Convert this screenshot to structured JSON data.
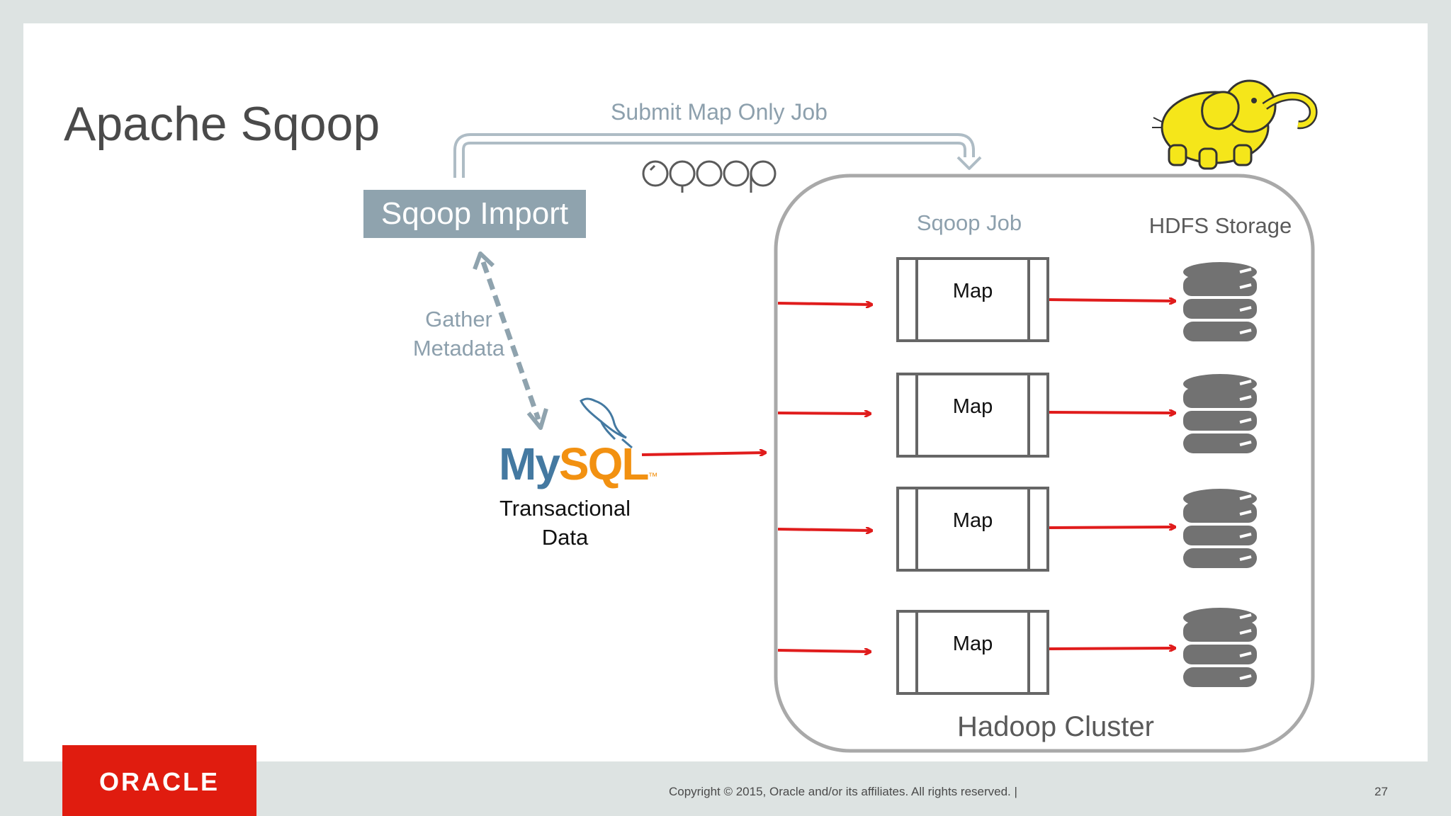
{
  "slide": {
    "title": "Apache Sqoop",
    "submit_job_label": "Submit Map Only Job",
    "sqoop_import_label": "Sqoop Import",
    "gather_metadata_label": "Gather Metadata",
    "mysql_logo": {
      "my": "My",
      "sql": "SQL",
      "tm": "™"
    },
    "transactional_data_label": "Transactional Data",
    "sqoop_job_label": "Sqoop Job",
    "hdfs_storage_label": "HDFS Storage",
    "hadoop_cluster_label": "Hadoop Cluster",
    "maps": [
      {
        "label": "Map"
      },
      {
        "label": "Map"
      },
      {
        "label": "Map"
      },
      {
        "label": "Map"
      }
    ],
    "icons": [
      "sqoop-logo-icon",
      "hadoop-elephant-icon",
      "mysql-dolphin-icon",
      "database-icon"
    ]
  },
  "footer": {
    "logo_text": "ORACLE",
    "copyright": "Copyright © 2015, Oracle and/or its affiliates. All rights reserved.  |",
    "page_number": "27"
  },
  "colors": {
    "arrow_red": "#e01c1c",
    "accent_gray_blue": "#8fa3ae",
    "oracle_red": "#e01c0f"
  }
}
